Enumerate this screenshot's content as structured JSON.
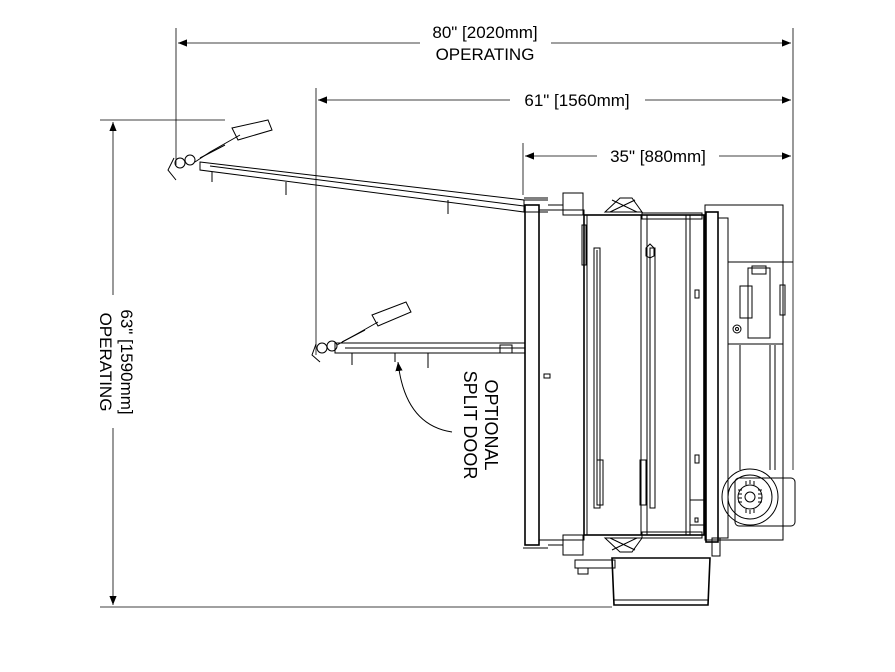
{
  "dimensions": {
    "overall_width": {
      "size": "80\" [2020mm]",
      "note": "OPERATING"
    },
    "mid_width": {
      "size": "61\" [1560mm]"
    },
    "body_width": {
      "size": "35\" [880mm]"
    },
    "overall_depth": {
      "size": "63\" [1590mm]",
      "note": "OPERATING"
    }
  },
  "callouts": {
    "split_door_line1": "OPTIONAL",
    "split_door_line2": "SPLIT DOOR"
  }
}
